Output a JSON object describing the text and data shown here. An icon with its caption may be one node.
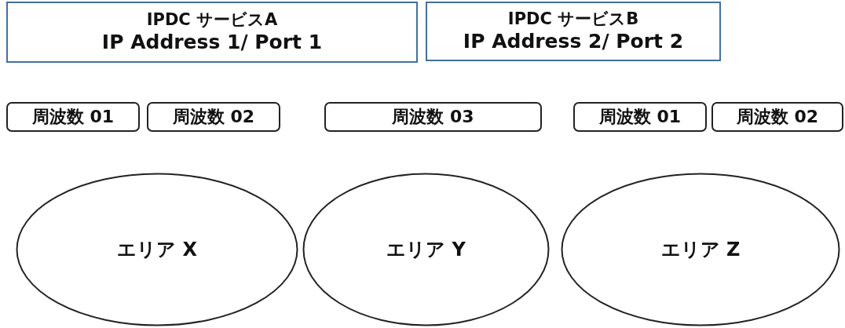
{
  "diagram": {
    "nodes": [
      {
        "text": [
          "IPDC サービスA",
          "IP Address 1/ Port 1"
        ]
      },
      {
        "text": [
          "IPDC サービスB",
          "IP Address 2/ Port 2"
        ]
      },
      {
        "text": [
          "周波数 01"
        ]
      },
      {
        "text": [
          "周波数 02"
        ]
      },
      {
        "text": [
          "周波数 03"
        ]
      },
      {
        "text": [
          "周波数 01"
        ]
      },
      {
        "text": [
          "周波数 02"
        ]
      },
      {
        "text": [
          "エリア X"
        ]
      },
      {
        "text": [
          "エリア Y"
        ]
      },
      {
        "text": [
          "エリア Z"
        ]
      }
    ]
  }
}
